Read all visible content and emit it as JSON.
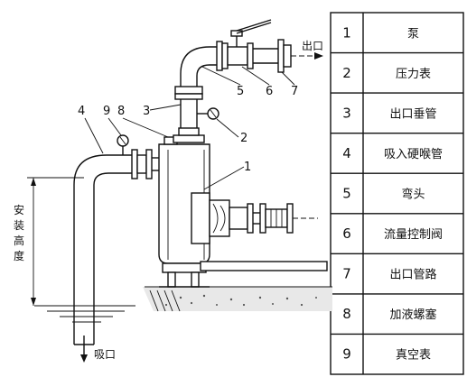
{
  "diagram": {
    "outlet_label": "出口",
    "inlet_label": "吸口",
    "height_label_chars": [
      "安",
      "装",
      "高",
      "度"
    ],
    "callouts": [
      "1",
      "2",
      "3",
      "4",
      "5",
      "6",
      "7",
      "8",
      "9"
    ]
  },
  "legend": [
    {
      "num": "1",
      "name": "泵"
    },
    {
      "num": "2",
      "name": "压力表"
    },
    {
      "num": "3",
      "name": "出口垂管"
    },
    {
      "num": "4",
      "name": "吸入硬喉管"
    },
    {
      "num": "5",
      "name": "弯头"
    },
    {
      "num": "6",
      "name": "流量控制阀"
    },
    {
      "num": "7",
      "name": "出口管路"
    },
    {
      "num": "8",
      "name": "加液螺塞"
    },
    {
      "num": "9",
      "name": "真空表"
    }
  ]
}
